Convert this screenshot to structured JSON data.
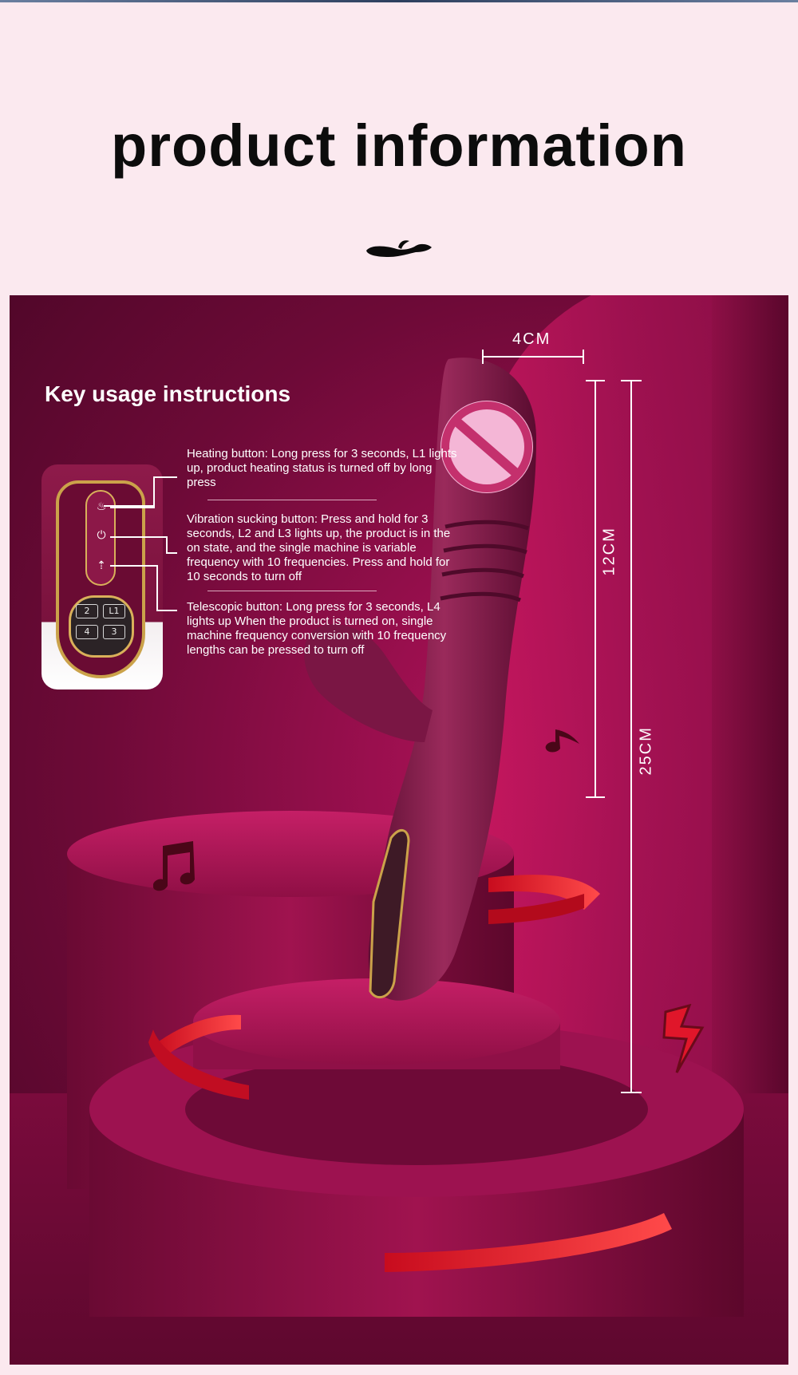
{
  "header": {
    "title": "product information"
  },
  "panel": {
    "section_title": "Key usage instructions",
    "instructions": [
      {
        "text": "Heating button: Long press for 3 seconds, L1 lights up, product heating status is turned off by long press"
      },
      {
        "text": "Vibration sucking button: Press and hold for 3 seconds, L2 and L3 lights up, the product is in the on state, and the single machine is variable frequency with 10 frequencies. Press and hold for 10 seconds to turn off"
      },
      {
        "text": "Telescopic button: Long press for 3 seconds, L4 lights up When the product is turned on, single machine frequency conversion with 10 frequency lengths can be pressed to turn off"
      }
    ],
    "control_panel": {
      "indicators": [
        "2",
        "L1",
        "4",
        "3"
      ]
    },
    "dimensions": {
      "width": "4CM",
      "insertable_length": "12CM",
      "total_length": "25CM"
    }
  },
  "colors": {
    "background": "#fbe9ef",
    "panel_primary": "#9a0f4e",
    "product": "#8a1f4f",
    "accent_gold": "#cba24a",
    "censor_pink": "#f4b6d6"
  }
}
